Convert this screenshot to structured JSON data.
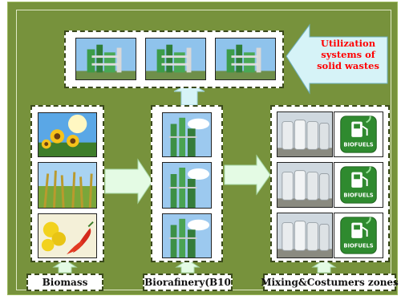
{
  "colors": {
    "frame": "#77923c",
    "arrow_fill": "#e4fbe4",
    "arrow_stroke": "#a8d8a8",
    "util_arrow_fill": "#d6f3f7",
    "util_text": "#ff0000"
  },
  "utilization": {
    "line1": "Utilization",
    "line2": "systems of",
    "line3": "solid wastes"
  },
  "labels": {
    "biomass": "Biomass",
    "biorefinery": "Biorafinery(B10",
    "mixing": "Mixing&Costumers zones"
  },
  "images": {
    "top": [
      "biorefinery-plant-image",
      "biorefinery-plant-image",
      "biorefinery-plant-image"
    ],
    "biomass": [
      "sunflower-field-image",
      "wheat-field-image",
      "rapeseed-and-peppers-image"
    ],
    "biorefinery": [
      "refinery-towers-image",
      "refinery-towers-image",
      "refinery-towers-image"
    ],
    "tanks": [
      "storage-tanks-image",
      "storage-tanks-image",
      "storage-tanks-image"
    ],
    "biofuels": [
      "biofuel-pump-icon",
      "biofuel-pump-icon",
      "biofuel-pump-icon"
    ]
  },
  "biofuels_icon_text": "BIOFUELS"
}
